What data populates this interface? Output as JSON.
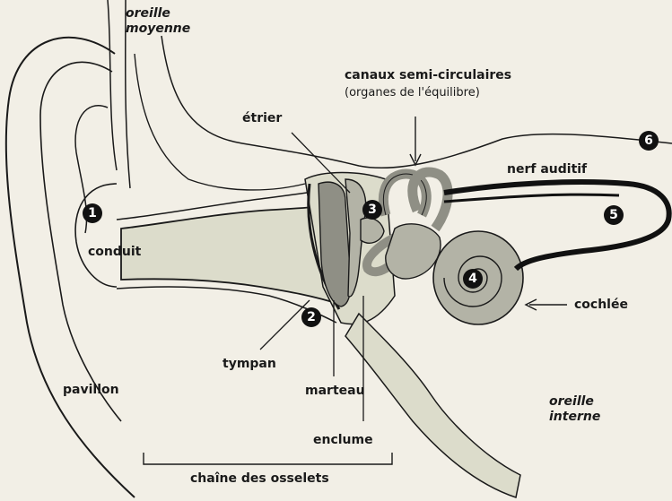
{
  "labels": {
    "oreille_moyenne": [
      "oreille",
      "moyenne"
    ],
    "canaux": "canaux semi-circulaires",
    "canaux_sub": "(organes de l'équilibre)",
    "etrier": "étrier",
    "nerf": "nerf auditif",
    "conduit": "conduit",
    "cochlee": "cochlée",
    "tympan": "tympan",
    "pavillon": "pavillon",
    "marteau": "marteau",
    "oreille_interne": [
      "oreille",
      "interne"
    ],
    "enclume": "enclume",
    "chaine": "chaîne des osselets"
  },
  "markers": [
    "1",
    "2",
    "3",
    "4",
    "5",
    "6"
  ],
  "colors": {
    "background": "#f2efe6",
    "tissue_light": "#dcdccb",
    "tissue_mid": "#b3b3a6",
    "tissue_dark": "#8f8f85",
    "outline": "#1a1a1a"
  }
}
